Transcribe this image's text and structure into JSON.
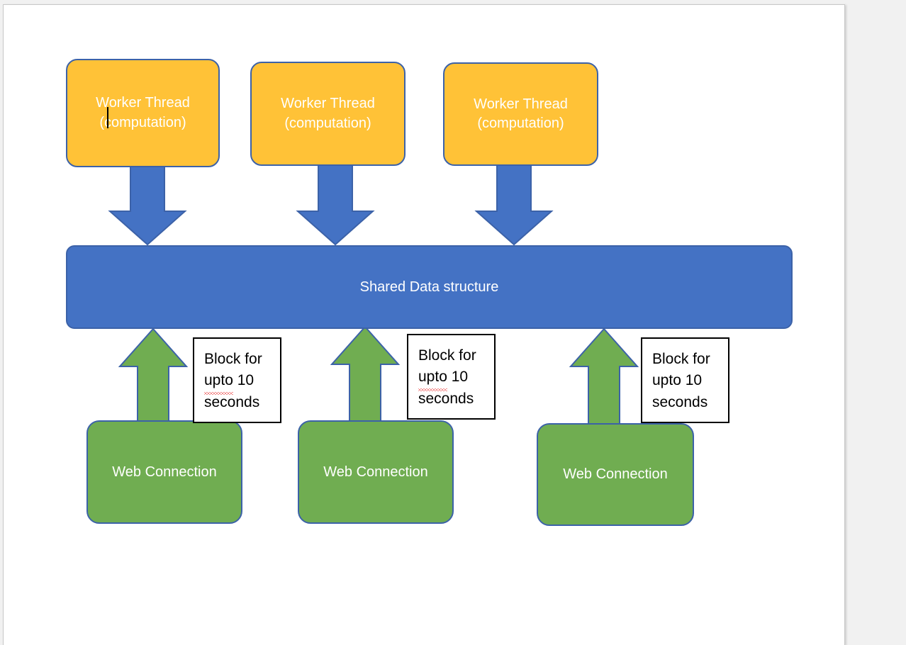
{
  "document": {
    "background_color": "#f1f1f1",
    "page_color": "#ffffff",
    "page_border_color": "#c7c7c7"
  },
  "palette": {
    "orange": "#FFC237",
    "blue": "#4472C4",
    "green": "#70AD51",
    "outline_blue": "#3C62A8",
    "note_border": "#000000",
    "note_text": "#000000",
    "shape_text": "#ffffff",
    "spellcheck_red": "#e81b1b",
    "caret": "#000000"
  },
  "diagram": {
    "type": "block-diagram",
    "title": "Worker threads and web connections sharing a data structure",
    "worker_threads": [
      {
        "id": "worker-1",
        "line1": "Worker Thread",
        "line2": "(computation)",
        "has_text_caret": true
      },
      {
        "id": "worker-2",
        "line1": "Worker Thread",
        "line2": "(computation)",
        "has_text_caret": false
      },
      {
        "id": "worker-3",
        "line1": "Worker Thread",
        "line2": "(computation)",
        "has_text_caret": false
      }
    ],
    "shared": {
      "label": "Shared Data structure"
    },
    "web_connections": [
      {
        "id": "web-1",
        "label": "Web Connection"
      },
      {
        "id": "web-2",
        "label": "Web Connection"
      },
      {
        "id": "web-3",
        "label": "Web Connection"
      }
    ],
    "notes": [
      {
        "id": "note-1",
        "line1": "Block for",
        "word_misspelled": "upto",
        "line2_rest": " 10",
        "line3": "seconds",
        "spellcheck_underline": true
      },
      {
        "id": "note-2",
        "line1": "Block for",
        "word_misspelled": "upto",
        "line2_rest": " 10",
        "line3": "seconds",
        "spellcheck_underline": true
      },
      {
        "id": "note-3",
        "line1": "Block for",
        "word_misspelled": "upto",
        "line2_rest": " 10",
        "line3": "seconds",
        "spellcheck_underline": false
      }
    ],
    "arrows_down": [
      {
        "id": "down-arrow-1",
        "from": "worker-1",
        "to": "shared",
        "color": "#4472C4"
      },
      {
        "id": "down-arrow-2",
        "from": "worker-2",
        "to": "shared",
        "color": "#4472C4"
      },
      {
        "id": "down-arrow-3",
        "from": "worker-3",
        "to": "shared",
        "color": "#4472C4"
      }
    ],
    "arrows_up": [
      {
        "id": "up-arrow-1",
        "from": "web-1",
        "to": "shared",
        "color": "#70AD51"
      },
      {
        "id": "up-arrow-2",
        "from": "web-2",
        "to": "shared",
        "color": "#70AD51"
      },
      {
        "id": "up-arrow-3",
        "from": "web-3",
        "to": "shared",
        "color": "#70AD51"
      }
    ]
  }
}
